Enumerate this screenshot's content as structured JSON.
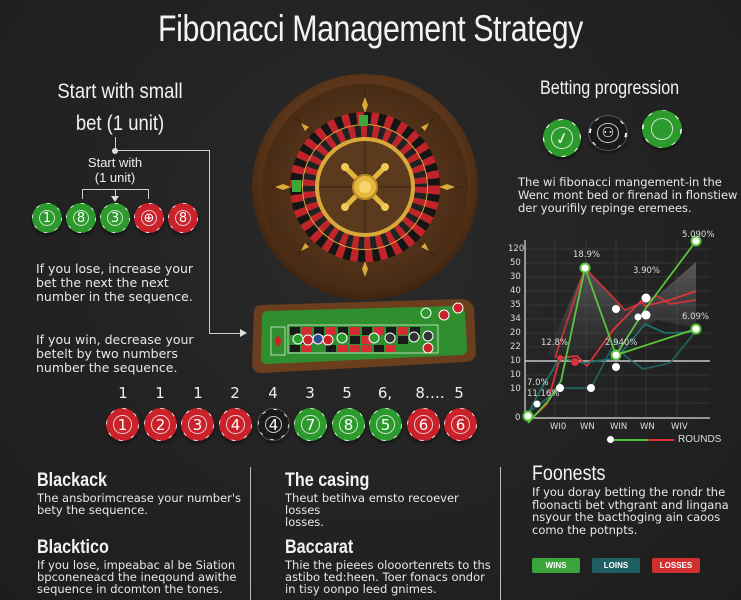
{
  "title": "Fibonacci Management Strategy",
  "left": {
    "heading_line1": "Start with small",
    "heading_line2": "bet (1 unit)",
    "sub_line1": "Start with",
    "sub_line2": "(1 unit)",
    "start_chips": [
      {
        "label": "1",
        "color": "green"
      },
      {
        "label": "8",
        "color": "green"
      },
      {
        "label": "3",
        "color": "green"
      },
      {
        "label": "⊕",
        "color": "red"
      },
      {
        "label": "8",
        "color": "red"
      }
    ],
    "lose_text": [
      "If you lose, increase your",
      "bet the next the next",
      "number in the sequence."
    ],
    "win_text": [
      "If you win, decrease your",
      "betelt by two numbers",
      "number the sequence."
    ]
  },
  "sequence": {
    "numbers": [
      "1",
      "1",
      "1",
      "2",
      "4",
      "3",
      "5",
      "6,",
      "8….",
      "5"
    ],
    "chips": [
      {
        "label": "1",
        "color": "red"
      },
      {
        "label": "2",
        "color": "red"
      },
      {
        "label": "3",
        "color": "red"
      },
      {
        "label": "4",
        "color": "red"
      },
      {
        "label": "4",
        "color": "black"
      },
      {
        "label": "7",
        "color": "green"
      },
      {
        "label": "8",
        "color": "green"
      },
      {
        "label": "5",
        "color": "green"
      },
      {
        "label": "6",
        "color": "red"
      },
      {
        "label": "6",
        "color": "red"
      }
    ]
  },
  "right": {
    "heading": "Betting progression",
    "desc": [
      "The wi fibonacci mangement-in the",
      "Wenc mont bed or firenad in flonstiew",
      "der yourifily repinge eremees."
    ]
  },
  "chart_data": {
    "type": "line",
    "title": "",
    "xlabel": "",
    "ylabel": "",
    "y_tick_labels": [
      "0",
      "10",
      "10",
      "10",
      "22",
      "20",
      "34",
      "35",
      "40",
      "30",
      "50",
      "120"
    ],
    "x_tick_labels": [
      "WI0",
      "WN",
      "WIN",
      "WN",
      "WIV"
    ],
    "legend": {
      "label": "ROUNDS",
      "colors": [
        "#4cc23c",
        "#d9343a"
      ]
    },
    "series": [
      {
        "name": "green",
        "color": "#5cc43c",
        "points": [
          [
            0,
            0.3
          ],
          [
            1.3,
            9
          ],
          [
            2.7,
            5.8
          ],
          [
            4.5,
            8.5
          ],
          [
            6.2,
            11.8
          ],
          [
            6.2,
            6.1
          ]
        ]
      },
      {
        "name": "red",
        "color": "#d9343a",
        "points": [
          [
            1.0,
            3.7
          ],
          [
            1.4,
            3.2
          ],
          [
            2.3,
            5.5
          ],
          [
            3.2,
            8.6
          ],
          [
            4.2,
            8.6
          ],
          [
            5.3,
            7.3
          ],
          [
            6.2,
            7.9
          ]
        ]
      },
      {
        "name": "teal",
        "color": "#1f6f6a",
        "points": [
          [
            0.3,
            0.8
          ],
          [
            1.0,
            4.5
          ],
          [
            2.1,
            2.2
          ],
          [
            3.2,
            2.2
          ],
          [
            4.2,
            3.8
          ],
          [
            5.3,
            7.2
          ],
          [
            6.2,
            6.2
          ]
        ]
      }
    ],
    "annotations": [
      "18.9%",
      "3.90%",
      "5.090%",
      "6.09%",
      "12.8%",
      "2.940%",
      "7.0%",
      "11.16%"
    ]
  },
  "bottom": {
    "col1": [
      {
        "heading": "Blackack",
        "text": [
          "The ansborimcrease your number's",
          "bety the sequence."
        ]
      },
      {
        "heading": "Blacktico",
        "text": [
          "If you lose, impeabac al be Siation",
          "bpconeneacd the ineqound awithe",
          "sequence in dcomton the tones."
        ]
      }
    ],
    "col2": [
      {
        "heading": "The casing",
        "text": [
          "Theut betihva emsto recoever losses",
          "losses."
        ]
      },
      {
        "heading": "Baccarat",
        "text": [
          "Thie the pieees olooortenrets to ths",
          "astibo ted:heen. Toer fonacs ondor",
          "in tisy oonpo leed gnimes."
        ]
      }
    ],
    "col3": {
      "heading": "Foonests",
      "text": [
        "If you doray betting the rondr the",
        "floonacti bet vthgrant and lingana",
        "nsyour the bacthoging ain caoos",
        "como the potnpts."
      ]
    },
    "legend_buttons": [
      {
        "label": "WINS",
        "color": "#3aa33a"
      },
      {
        "label": "LOINS",
        "color": "#1f5f63"
      },
      {
        "label": "LOSSES",
        "color": "#cf2f2f"
      }
    ]
  }
}
